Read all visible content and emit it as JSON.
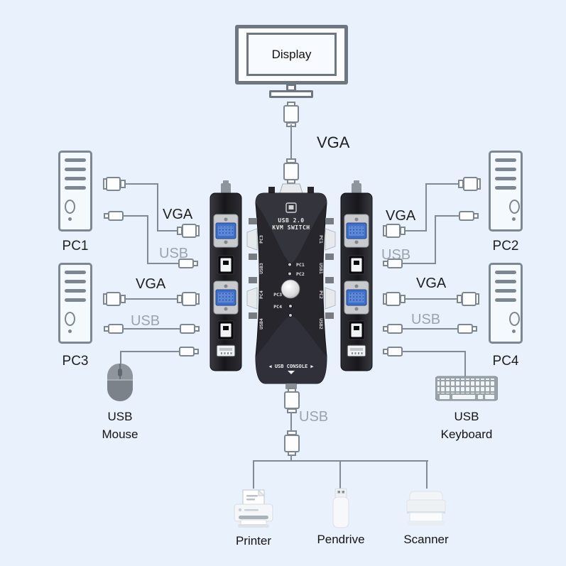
{
  "colors": {
    "background": "#e8f1fc",
    "outline_gray": "#7d8791",
    "muted_label": "#9aa4ae",
    "text": "#1f1f1f",
    "kvm_body": "#2a2a31",
    "vga_port_blue": "#3e6ec5"
  },
  "display": {
    "label": "Display"
  },
  "cables": {
    "display_vga": "VGA",
    "console_usb": "USB"
  },
  "computers": {
    "pc1": {
      "name": "PC1",
      "vga_label": "VGA",
      "usb_label": "USB"
    },
    "pc2": {
      "name": "PC2",
      "vga_label": "VGA",
      "usb_label": "USB"
    },
    "pc3": {
      "name": "PC3",
      "vga_label": "VGA",
      "usb_label": "USB"
    },
    "pc4": {
      "name": "PC4",
      "vga_label": "VGA",
      "usb_label": "USB"
    }
  },
  "kvm": {
    "model_line1": "USB 2.0",
    "model_line2": "KVM SWITCH",
    "console_label": "◀ USB CONSOLE ▶",
    "selector_leds": [
      "PC1",
      "PC2",
      "PC3",
      "PC4"
    ],
    "left_edge_ports": [
      "PC3",
      "USB3",
      "PC4",
      "USB4"
    ],
    "right_edge_ports": [
      "PC1",
      "USB1",
      "PC2",
      "USB2"
    ]
  },
  "peripherals": {
    "mouse": {
      "label_line1": "USB",
      "label_line2": "Mouse"
    },
    "keyboard": {
      "label_line1": "USB",
      "label_line2": "Keyboard"
    },
    "printer": {
      "label": "Printer"
    },
    "pendrive": {
      "label": "Pendrive"
    },
    "scanner": {
      "label": "Scanner"
    }
  }
}
